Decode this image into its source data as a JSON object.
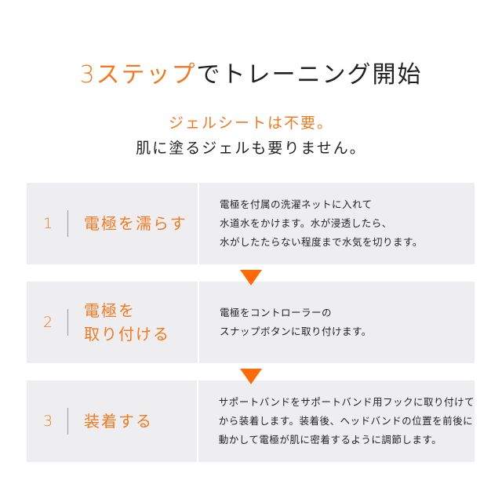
{
  "header": {
    "title_accent": "3ステップ",
    "title_rest": "でトレーニング開始",
    "subtitle_accent": "ジェルシートは不要。",
    "subtitle_body": "肌に塗るジェルも要りません。"
  },
  "colors": {
    "accent": "#f07a22",
    "arrow": "#ff6a0a",
    "panel_bg": "#eeeef0",
    "text": "#222222"
  },
  "steps": [
    {
      "number": "1",
      "heading": "電極を濡らす",
      "description": [
        "電極を付属の洗濯ネットに入れて",
        "水道水をかけます。水が浸透したら、",
        "水がしたたらない程度まで水気を切ります。"
      ]
    },
    {
      "number": "2",
      "heading": "電極を\n取り付ける",
      "description": [
        "電極をコントローラーの",
        "スナップボタンに取り付けます。"
      ]
    },
    {
      "number": "3",
      "heading": "装着する",
      "description": [
        "サポートバンドをサポートバンド用フックに取り付けて",
        "から装着します。装着後、ヘッドバンドの位置を前後に",
        "動かして電極が肌に密着するように調節します。"
      ]
    }
  ],
  "icons": {
    "step_arrow": "down-triangle-icon"
  }
}
